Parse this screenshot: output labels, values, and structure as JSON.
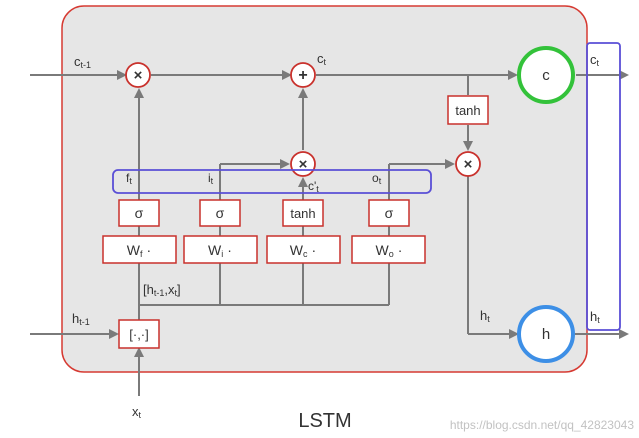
{
  "diagram": {
    "title": "LSTM",
    "watermark": "https://blog.csdn.net/qq_42823043",
    "inputs": {
      "c_prev": "c",
      "c_prev_sub": "t-1",
      "h_prev": "h",
      "h_prev_sub": "t-1",
      "x": "x",
      "x_sub": "t"
    },
    "concat_label": "[·,·]",
    "concat_annotation": {
      "pre": "[h",
      "sub1": "t-1",
      "mid": ",x",
      "sub2": "t",
      "post": "]"
    },
    "gates": [
      {
        "weight": "W",
        "weight_sub": "f",
        "act": "σ",
        "out": "f",
        "out_sub": "t"
      },
      {
        "weight": "W",
        "weight_sub": "i",
        "act": "σ",
        "out": "i",
        "out_sub": "t"
      },
      {
        "weight": "W",
        "weight_sub": "c",
        "act": "tanh",
        "out": "c'",
        "out_sub": "t"
      },
      {
        "weight": "W",
        "weight_sub": "o",
        "act": "σ",
        "out": "o",
        "out_sub": "t"
      }
    ],
    "weight_dot": "·",
    "ops": {
      "mult": "×",
      "add": "+"
    },
    "tanh_label": "tanh",
    "c_top_label": "c",
    "c_top_sub": "t",
    "outputs": {
      "c_node": "c",
      "h_node": "h",
      "c_out": "c",
      "c_out_sub": "t",
      "h_out": "h",
      "h_out_sub": "t",
      "h_mid": "h",
      "h_mid_sub": "t"
    },
    "colors": {
      "cell_fill": "#e6e6e6",
      "cell_border": "#d63a32",
      "gate_border": "#c9312c",
      "group_outline": "#5a4fd6",
      "c_node": "#33c23a",
      "h_node": "#3d8fe6"
    }
  }
}
